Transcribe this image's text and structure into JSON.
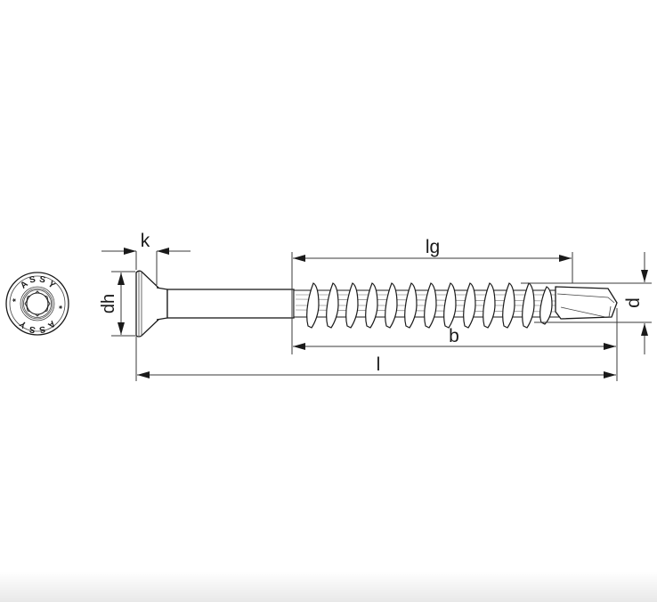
{
  "drawing": {
    "subject": "Countersunk head screw with drill tip",
    "head_view": {
      "ring_text": [
        "A",
        "S",
        "S",
        "Y",
        "*",
        "A",
        "S",
        "S",
        "Y",
        "*"
      ]
    },
    "dimensions": {
      "k": "k",
      "dh": "dh",
      "lg": "lg",
      "d": "d",
      "b": "b",
      "l": "l"
    },
    "colors": {
      "line": "#1a1a1a",
      "background": "#ffffff"
    }
  }
}
